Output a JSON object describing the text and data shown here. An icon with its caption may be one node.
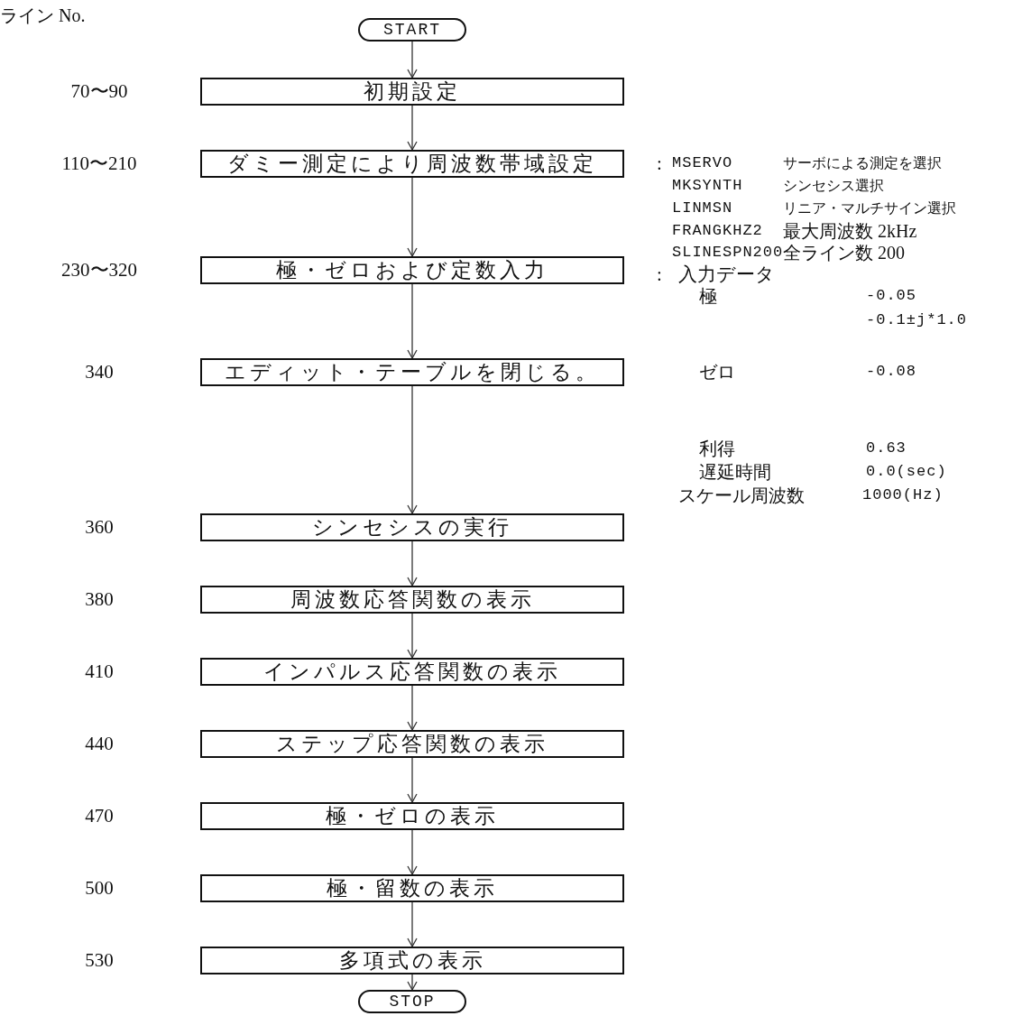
{
  "diagram": {
    "nodes": [
      {
        "text": [
          "START"
        ]
      },
      {
        "text": [
          "初期設定"
        ]
      },
      {
        "text": [
          "ダミー測定により周波数帯域設定"
        ]
      },
      {
        "text": [
          "極・ゼロおよび定数入力"
        ]
      },
      {
        "text": [
          "エディット・テーブルを閉じる。"
        ]
      },
      {
        "text": [
          "シンセシスの実行"
        ]
      },
      {
        "text": [
          "周波数応答関数の表示"
        ]
      },
      {
        "text": [
          "インパルス応答関数の表示"
        ]
      },
      {
        "text": [
          "ステップ応答関数の表示"
        ]
      },
      {
        "text": [
          "極・ゼロの表示"
        ]
      },
      {
        "text": [
          "極・留数の表示"
        ]
      },
      {
        "text": [
          "多項式の表示"
        ]
      },
      {
        "text": [
          "STOP"
        ]
      }
    ],
    "edges": [
      {
        "from": 0,
        "to": 1,
        "arrow": "to"
      },
      {
        "from": 1,
        "to": 2,
        "arrow": "to"
      },
      {
        "from": 2,
        "to": 3,
        "arrow": "to"
      },
      {
        "from": 3,
        "to": 4,
        "arrow": "to"
      },
      {
        "from": 4,
        "to": 5,
        "arrow": "to"
      },
      {
        "from": 5,
        "to": 6,
        "arrow": "to"
      },
      {
        "from": 6,
        "to": 7,
        "arrow": "to"
      },
      {
        "from": 7,
        "to": 8,
        "arrow": "to"
      },
      {
        "from": 8,
        "to": 9,
        "arrow": "to"
      },
      {
        "from": 9,
        "to": 10,
        "arrow": "to"
      },
      {
        "from": 10,
        "to": 11,
        "arrow": "to"
      },
      {
        "from": 11,
        "to": 12,
        "arrow": "to"
      }
    ],
    "labels": [
      "ライン No.",
      "70〜90",
      "110〜210",
      "230〜320",
      "340",
      "360",
      "380",
      "410",
      "440",
      "470",
      "500",
      "530",
      ":",
      "MSERVO",
      "サーボによる測定を選択",
      "MKSYNTH",
      "シンセシス選択",
      "LINMSN",
      "リニア・マルチサイン選択",
      "FRANGKHZ2",
      "最大周波数 2kHz",
      "SLINESPN200",
      "全ライン数 200",
      ":",
      "入力データ",
      "極",
      "-0.05",
      "-0.1±j*1.0",
      "ゼロ",
      "-0.08",
      "利得",
      "0.63",
      "遅延時間",
      "0.0(sec)",
      "スケール周波数",
      "1000(Hz)"
    ]
  }
}
